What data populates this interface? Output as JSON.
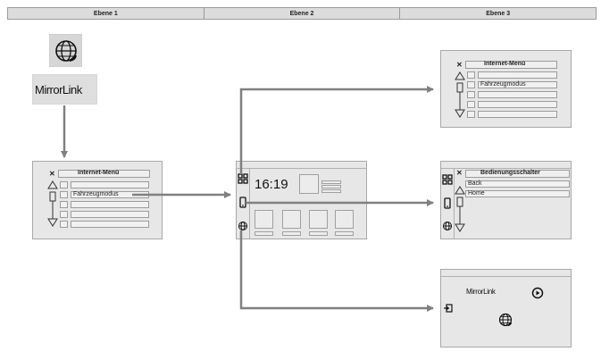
{
  "header": {
    "col1": "Ebene 1",
    "col2": "Ebene 2",
    "col3": "Ebene 3"
  },
  "brand": {
    "mirrorlink": "MirrorLink"
  },
  "internet_menu": {
    "title": "Internet-Menü",
    "item": "Fahrzeugmodus"
  },
  "home_screen": {
    "time": "16:19"
  },
  "bedienung": {
    "title": "Bedienungsschalter",
    "items": [
      "Back",
      "Home"
    ]
  },
  "icons": {
    "globe": "globe-icon",
    "grid": "grid-icon",
    "phone": "phone-icon",
    "play": "play-icon",
    "exit": "exit-icon",
    "close": "close-icon"
  },
  "colors": {
    "arrow": "#808080",
    "panel": "#e7e7e7",
    "header": "#dcdcdc"
  }
}
